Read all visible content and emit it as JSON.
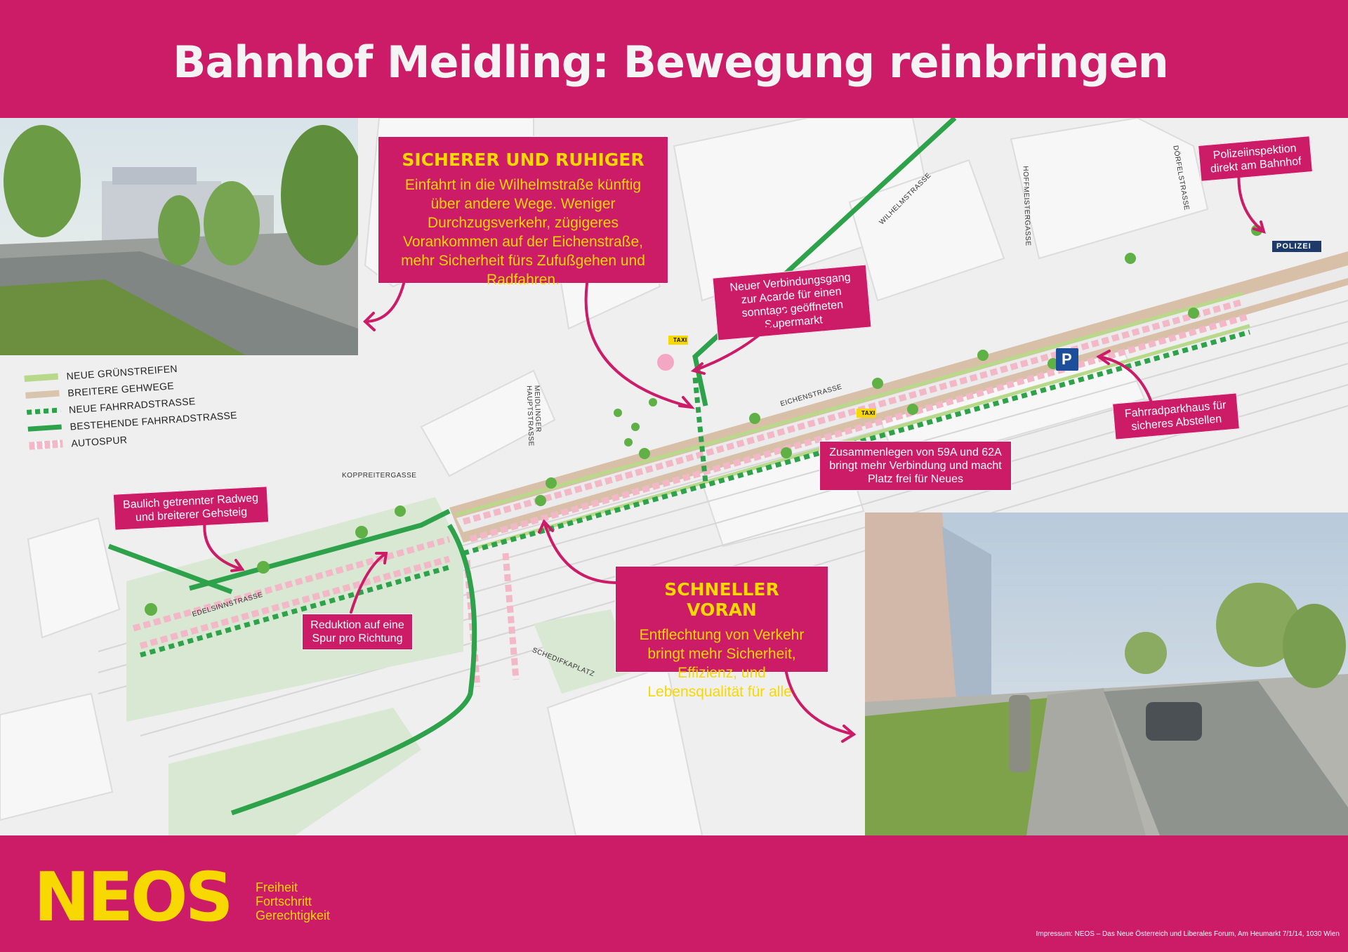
{
  "title": "Bahnhof Meidling: Bewegung reinbringen",
  "legend": [
    {
      "label": "NEUE GRÜNSTREIFEN",
      "color": "#b9d98a"
    },
    {
      "label": "BREITERE GEHWEGE",
      "color": "#d9c4ae"
    },
    {
      "label": "NEUE FAHRRADSTRASSE",
      "color": "#2da24a"
    },
    {
      "label": "BESTEHENDE FAHRRADSTRASSE",
      "color": "#2da24a"
    },
    {
      "label": "AUTOSPUR",
      "color": "#f3b8c8"
    }
  ],
  "callouts": {
    "sicherer_title": "SICHERER UND RUHIGER",
    "sicherer_body": "Einfahrt in die Wilhelmstraße künftig über andere Wege. Weniger Durchzugsverkehr, zügigeres Vorankommen auf der Eichenstraße, mehr Sicherheit fürs Zufußgehen und Radfahren.",
    "verbindungsgang": "Neuer Verbindungsgang zur Acarde für einen sonntags geöffneten Supermarkt",
    "polizei": "Polizeiinspektion direkt am Bahnhof",
    "fahrradparkhaus": "Fahrradparkhaus für sicheres Abstellen",
    "zusammenlegen": "Zusammenlegen von 59A und 62A bringt mehr Verbindung und macht Platz frei für Neues",
    "radweg": "Baulich getrennter Radweg und breiterer Gehsteig",
    "reduktion": "Reduktion auf eine Spur pro Richtung",
    "schneller_title": "SCHNELLER VORAN",
    "schneller_body": "Entflechtung von Verkehr bringt mehr Sicherheit, Effizienz, und Lebensqualität für alle."
  },
  "streets": {
    "wilhelm": "WILHELMSTRASSE",
    "hoffmeister": "HOFFMEISTERGASSE",
    "dorfel": "DÖRFELSTRASSE",
    "eichen": "EICHENSTRASSE",
    "meidlinger": "MEIDLINGER HAUPTSTRASSE",
    "koppreiter": "KOPPREITERGASSE",
    "edelsinn": "EDELSINNSTRASSE",
    "schedifka": "SCHEDIFKAPLATZ"
  },
  "signs": {
    "polizei": "POLIZEI",
    "taxi": "TAXI",
    "parking": "P"
  },
  "footer": {
    "logo": "NEOS",
    "tagline": [
      "Freiheit",
      "Fortschritt",
      "Gerechtigkeit"
    ],
    "impressum": "Impressum: NEOS – Das Neue Österreich und Liberales Forum, Am Heumarkt 7/1/14, 1030 Wien"
  },
  "colors": {
    "brand": "#cc1b67",
    "accent": "#f7d800"
  }
}
